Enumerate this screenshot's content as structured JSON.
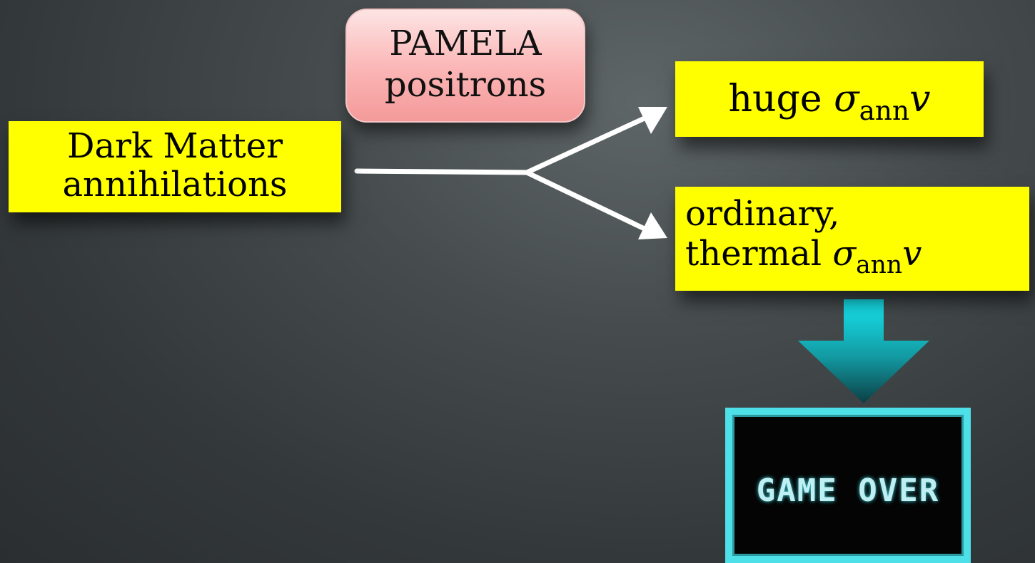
{
  "nodes": {
    "source": {
      "line1": "Dark Matter",
      "line2": "annihilations"
    },
    "tag": {
      "line1": "PAMELA",
      "line2": "positrons"
    },
    "branch_huge": {
      "prefix": "huge",
      "sigma": "σ",
      "sub": "ann",
      "v": "v"
    },
    "branch_thermal": {
      "line1": "ordinary,",
      "prefix": "thermal",
      "sigma": "σ",
      "sub": "ann",
      "v": "v"
    },
    "outcome": {
      "label": "GAME OVER"
    }
  },
  "colors": {
    "box_fill": "#ffff00",
    "tag_fill": "#fbb4b4",
    "arrow": "#ffffff",
    "down_arrow": "#1aa8b0",
    "game_over_frame": "#4ee0e8"
  }
}
